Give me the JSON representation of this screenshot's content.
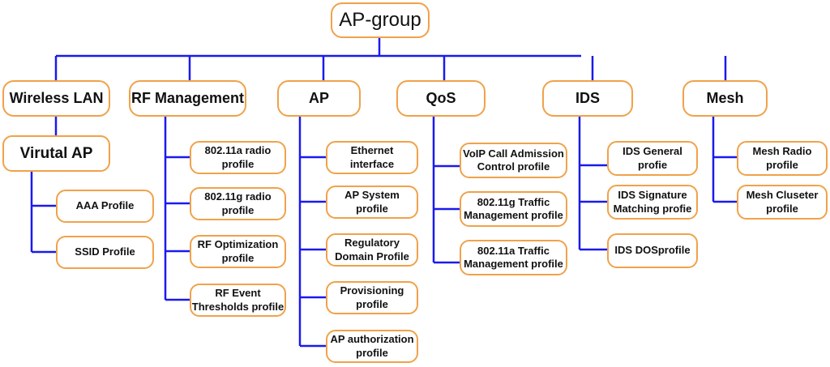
{
  "diagram": {
    "title": "AP-group",
    "colors": {
      "connector": "#1a1aee",
      "node_border": "#f0a24a",
      "node_fill": "#ffffff",
      "text": "#111111"
    },
    "root": {
      "id": "root",
      "label": "AP-group"
    },
    "categories": [
      {
        "id": "wlan",
        "label": "Wireless LAN"
      },
      {
        "id": "rf",
        "label": "RF Management"
      },
      {
        "id": "ap",
        "label": "AP"
      },
      {
        "id": "qos",
        "label": "QoS"
      },
      {
        "id": "ids",
        "label": "IDS"
      },
      {
        "id": "mesh",
        "label": "Mesh"
      }
    ],
    "nodes": {
      "vap": "Virutal AP",
      "aaa": "AAA Profile",
      "ssid": "SSID Profile",
      "rf1": "802.11a radio profile",
      "rf2": "802.11g radio profile",
      "rf3": "RF Optimization profile",
      "rf4": "RF Event Thresholds profile",
      "ap1": "Ethernet interface",
      "ap2": "AP System profile",
      "ap3": "Regulatory Domain Profile",
      "ap4": "Provisioning profile",
      "ap5": "AP authorization profile",
      "q1": "VoIP Call Admission Control profile",
      "q2": "802.11g Traffic Management profile",
      "q3": "802.11a Traffic Management profile",
      "i1": "IDS General profie",
      "i2": "IDS Signature Matching profie",
      "i3": "IDS DOSprofile",
      "m1": "Mesh Radio profile",
      "m2": "Mesh Cluseter profile"
    }
  }
}
